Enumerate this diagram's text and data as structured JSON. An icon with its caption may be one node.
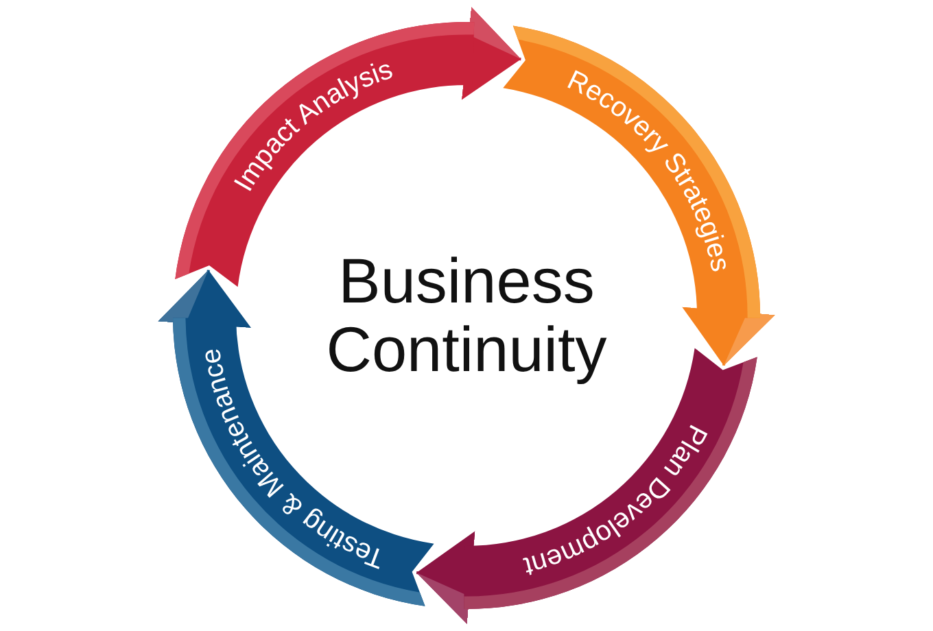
{
  "diagram": {
    "nodes": [
      {
        "text": [
          "Impact Analysis"
        ]
      },
      {
        "text": [
          "Recovery Strategies"
        ]
      },
      {
        "text": [
          "Plan Development"
        ]
      },
      {
        "text": [
          "Testing & Maintenance"
        ]
      }
    ],
    "edges": [
      {
        "from": 0,
        "to": 1,
        "arrow": "to",
        "color": "#c8223a"
      },
      {
        "from": 1,
        "to": 2,
        "arrow": "to",
        "color": "#f5821f"
      },
      {
        "from": 2,
        "to": 3,
        "arrow": "to",
        "color": "#8c1442"
      },
      {
        "from": 3,
        "to": 0,
        "arrow": "to",
        "color": "#0e4f82"
      }
    ],
    "labels": [
      "Business Continuity"
    ]
  }
}
